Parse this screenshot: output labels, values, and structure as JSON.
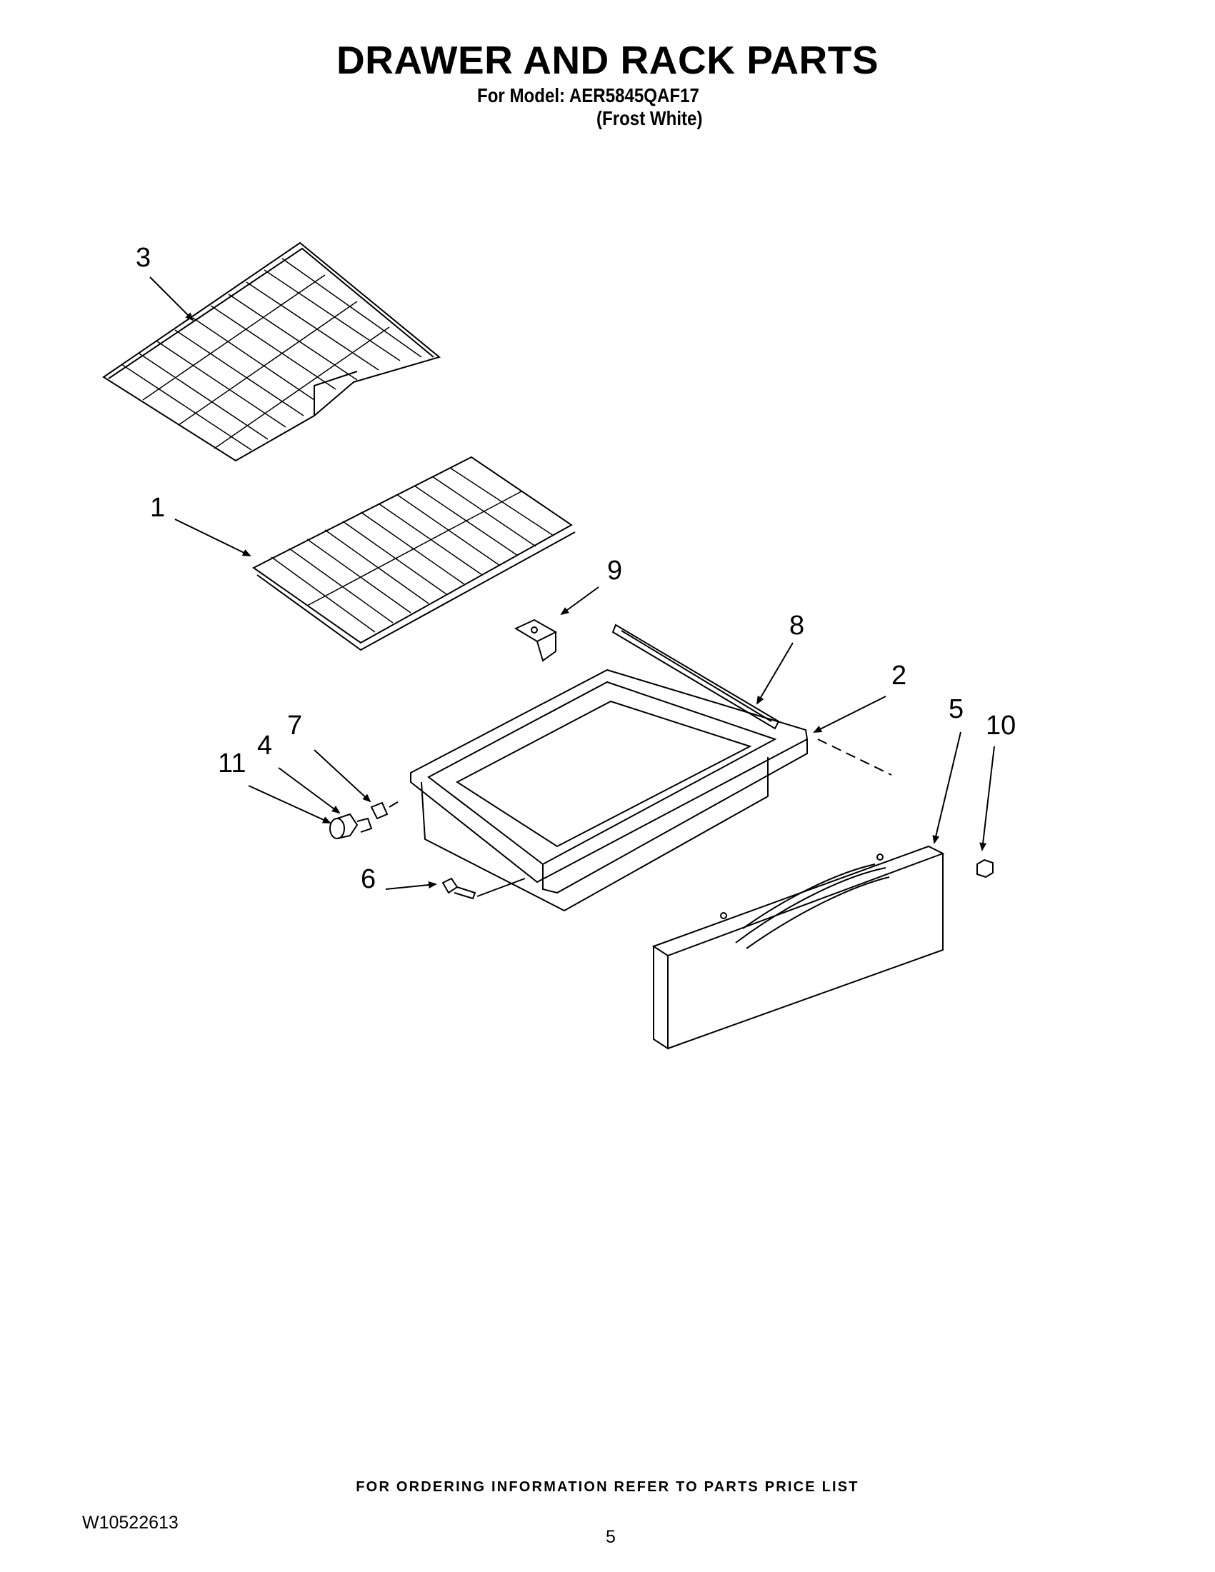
{
  "header": {
    "title": "DRAWER AND RACK PARTS",
    "model_line": "For Model: AER5845QAF17",
    "color_line": "(Frost White)"
  },
  "callouts": {
    "c1": "1",
    "c2": "2",
    "c3": "3",
    "c4": "4",
    "c5": "5",
    "c6": "6",
    "c7": "7",
    "c8": "8",
    "c9": "9",
    "c10": "10",
    "c11": "11"
  },
  "footer": {
    "ordering_note": "FOR ORDERING INFORMATION REFER TO PARTS PRICE LIST",
    "doc_number": "W10522613",
    "page_number": "5"
  }
}
